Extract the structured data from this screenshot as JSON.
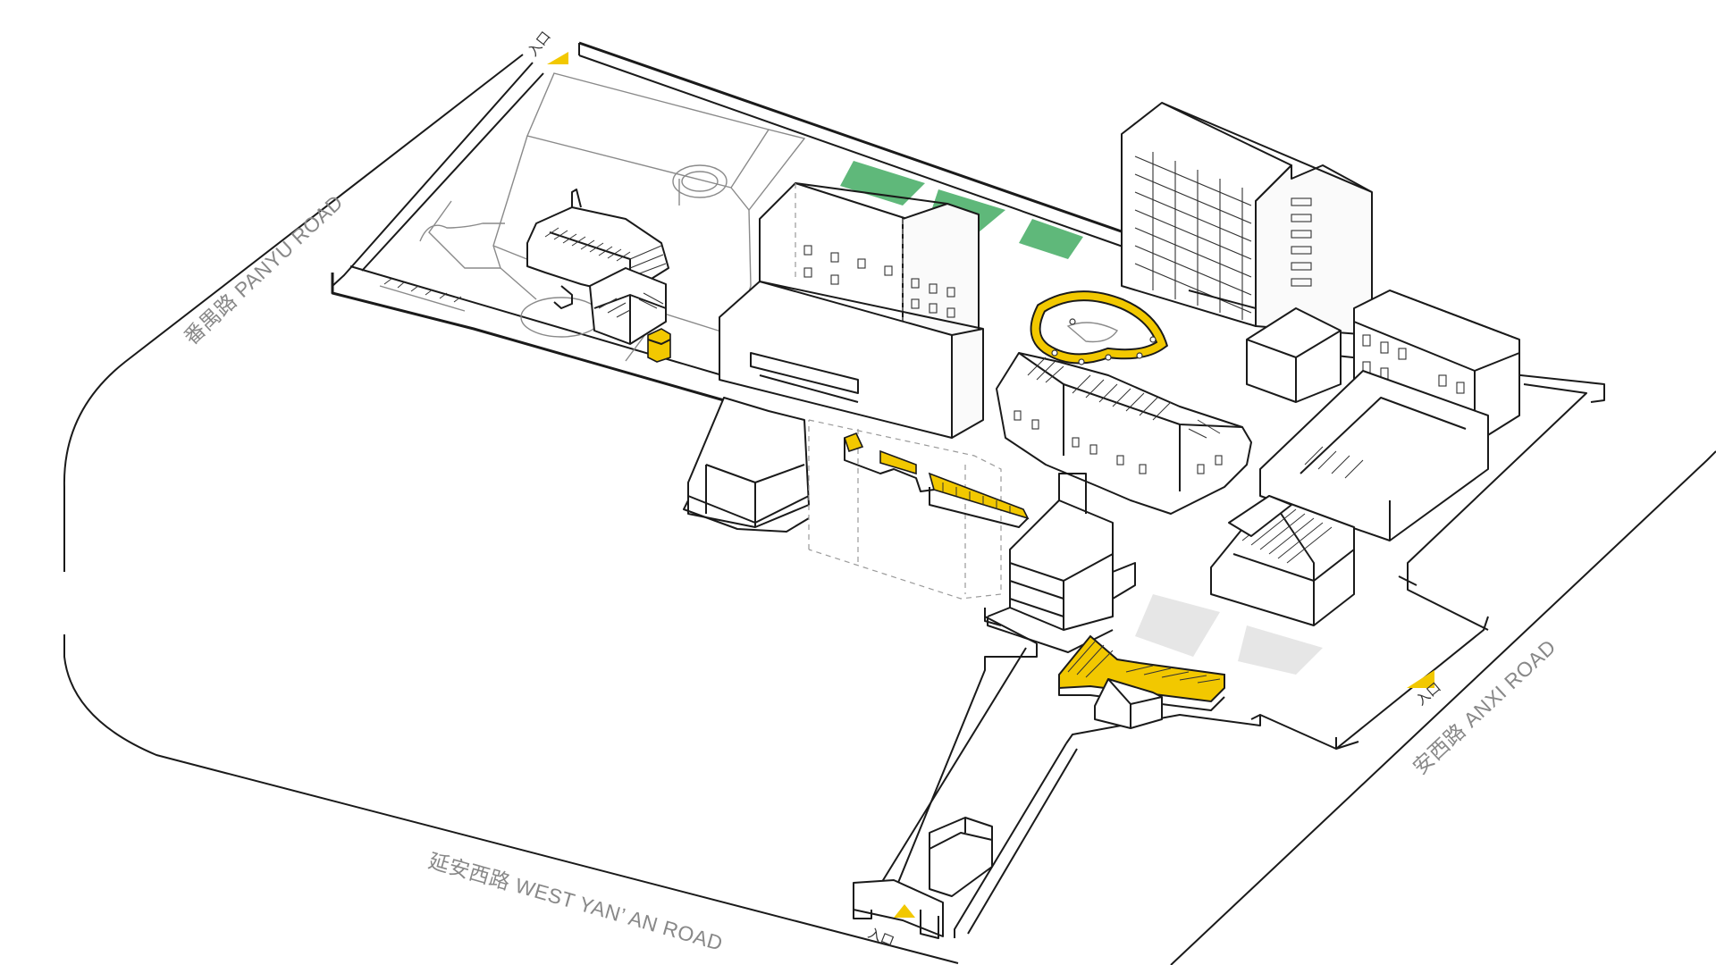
{
  "roads": {
    "panyu": "番禺路 PANYU ROAD",
    "west_yanan": "延安西路 WEST YAN’ AN ROAD",
    "anxi": "安西路 ANXI ROAD"
  },
  "entrances": {
    "north": "入口",
    "south": "入口",
    "east": "入口"
  },
  "colors": {
    "highlight_yellow": "#f2c800",
    "green_roof": "#5fb87a",
    "plaza_grey": "#e6e6e6",
    "line": "#1a1a1a",
    "label_grey": "#888888"
  },
  "icons": {
    "entrance_marker": "triangle-arrow-icon"
  }
}
